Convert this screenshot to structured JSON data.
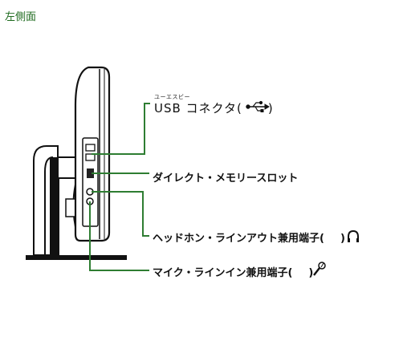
{
  "heading": "左側面",
  "usb": {
    "ruby": "ユーエスビー",
    "label": "USB コネクタ(",
    "close": ")",
    "icon": "usb-icon"
  },
  "labels": {
    "card": "ダイレクト・メモリースロット",
    "headphone": "ヘッドホン・ラインアウト兼用端子(",
    "headphone_close": ")",
    "mic": "マイク・ラインイン兼用端子(",
    "mic_close": ")"
  },
  "colors": {
    "leader": "#2e7d32",
    "heading": "#1f6b1f"
  }
}
